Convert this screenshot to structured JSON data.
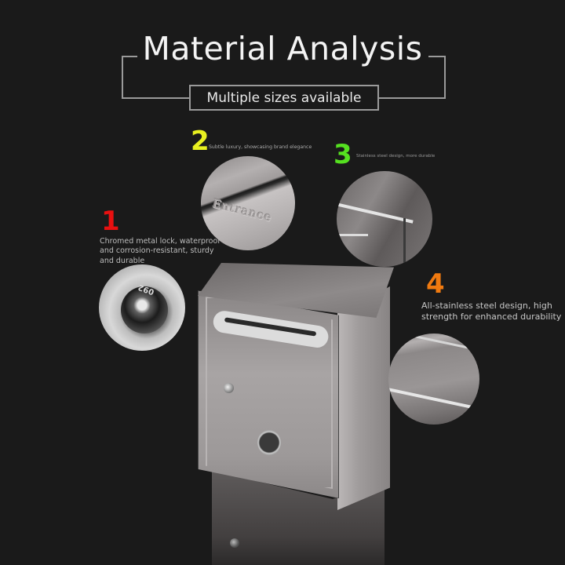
{
  "header": {
    "title": "Material Analysis",
    "subtitle": "Multiple sizes available"
  },
  "features": [
    {
      "number": "1",
      "color": "#e81010",
      "caption": "Chromed metal lock, waterproof and corrosion-resistant, sturdy and durable",
      "detail_image": "lock-closeup",
      "lock_number": "092"
    },
    {
      "number": "2",
      "color": "#e8f020",
      "caption": "Subtle luxury, showcasing brand elegance",
      "detail_image": "engraved-slot-closeup",
      "engraving": "Entrance"
    },
    {
      "number": "3",
      "color": "#55e020",
      "caption": "Stainless steel design, more durable",
      "detail_image": "corner-edge-closeup"
    },
    {
      "number": "4",
      "color": "#f07a10",
      "caption": "All-stainless steel design, high strength for enhanced durability",
      "detail_image": "brushed-steel-edge-closeup"
    }
  ],
  "product": {
    "name": "stainless-steel-mailbox",
    "background": "#1a1a1a"
  }
}
